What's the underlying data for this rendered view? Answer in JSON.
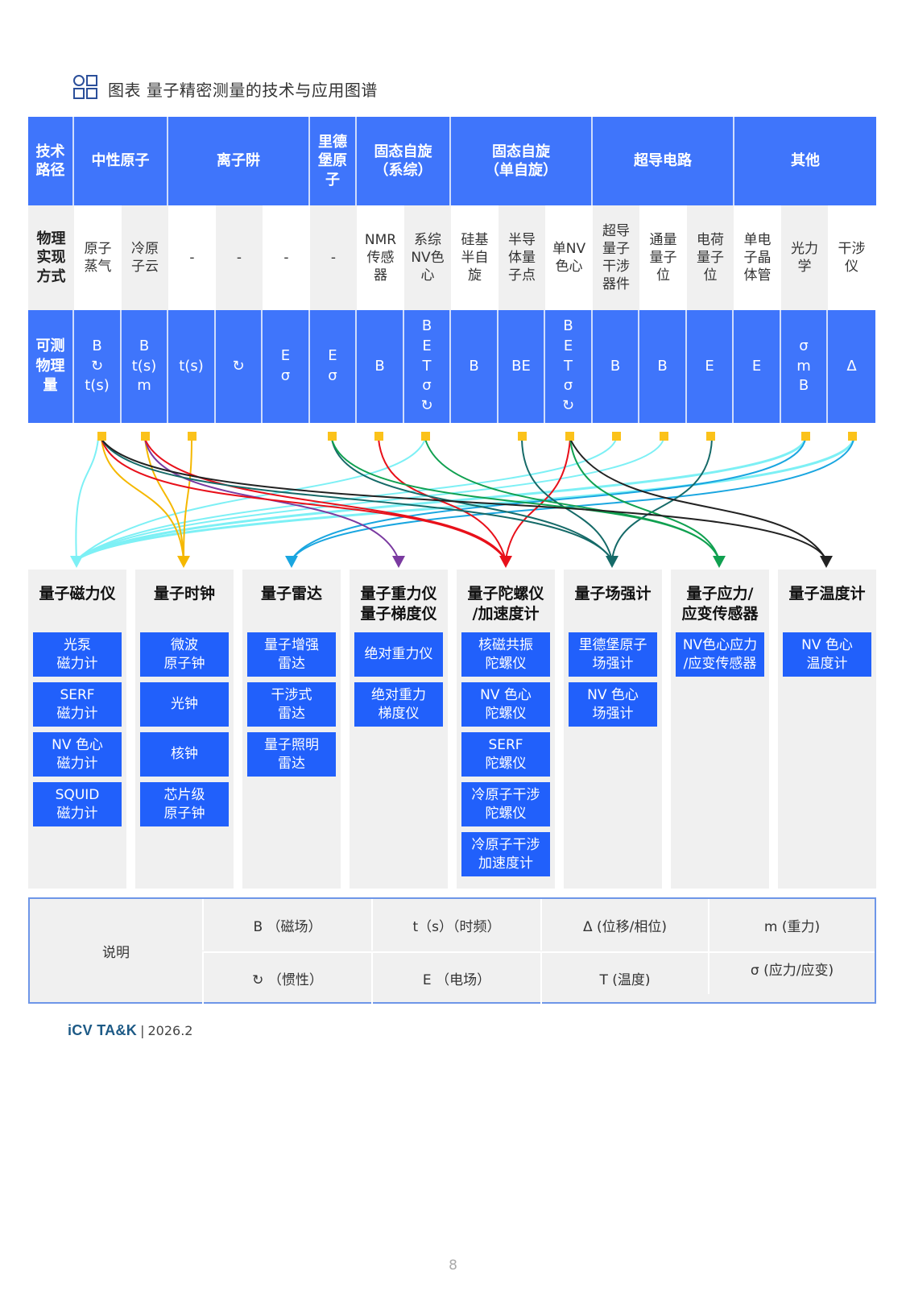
{
  "title": {
    "icon": "grid-icon",
    "text": "图表 量子精密测量的技术与应用图谱"
  },
  "table": {
    "row_labels": {
      "route": "技术\n路径",
      "physical": "物理\n实现\n方式",
      "measurable": "可测\n物理\n量"
    },
    "categories": [
      {
        "label": "中性原子",
        "span": 2
      },
      {
        "label": "离子阱",
        "span": 3
      },
      {
        "label": "里德\n堡原\n子",
        "span": 1
      },
      {
        "label": "固态自旋\n（系综）",
        "span": 2
      },
      {
        "label": "固态自旋\n（单自旋）",
        "span": 3
      },
      {
        "label": "超导电路",
        "span": 3
      },
      {
        "label": "其他",
        "span": 3
      }
    ],
    "physical": [
      "原子\n蒸气",
      "冷原\n子云",
      "-",
      "-",
      "-",
      "-",
      "NMR\n传感\n器",
      "系综\nNV色\n心",
      "硅基\n半自\n旋",
      "半导\n体量\n子点",
      "单NV\n色心",
      "超导\n量子\n干涉\n器件",
      "通量\n量子\n位",
      "电荷\n量子\n位",
      "单电\n子晶\n体管",
      "光力\n学",
      "干涉\n仪"
    ],
    "measurable": [
      "B\n↻\nt(s)",
      "B\nt(s)\nm",
      "t(s)",
      "↻",
      "E\nσ",
      "E\nσ",
      "B",
      "B\nE\nT\nσ\n↻",
      "B",
      "BE",
      "B\nE\nT\nσ\n↻",
      "B",
      "B",
      "E",
      "E",
      "σ\nm\nB",
      "Δ"
    ]
  },
  "links": {
    "connector_color": "#fbc21a",
    "dot_columns": [
      1,
      2,
      3,
      6,
      7,
      8,
      10,
      11,
      12,
      13,
      14,
      16,
      17
    ],
    "colors": {
      "magnetometer": "#7df0f5",
      "clock": "#f5b800",
      "radar": "#1aa6e0",
      "gravimeter": "#7a3aa0",
      "gyroscope": "#e8101a",
      "field_meter": "#156a68",
      "strain": "#10a050",
      "thermometer": "#222222"
    }
  },
  "applications": [
    {
      "title": "量子磁力仪",
      "items": [
        "光泵\n磁力计",
        "SERF\n磁力计",
        "NV 色心\n磁力计",
        "SQUID\n磁力计"
      ]
    },
    {
      "title": "量子时钟",
      "items": [
        "微波\n原子钟",
        "光钟",
        "核钟",
        "芯片级\n原子钟"
      ]
    },
    {
      "title": "量子雷达",
      "items": [
        "量子增强\n雷达",
        "干涉式\n雷达",
        "量子照明\n雷达"
      ]
    },
    {
      "title": "量子重力仪\n量子梯度仪",
      "items": [
        "绝对重力仪",
        "绝对重力\n梯度仪"
      ]
    },
    {
      "title": "量子陀螺仪\n/加速度计",
      "items": [
        "核磁共振\n陀螺仪",
        "NV 色心\n陀螺仪",
        "SERF\n陀螺仪",
        "冷原子干涉\n陀螺仪",
        "冷原子干涉\n加速度计"
      ]
    },
    {
      "title": "量子场强计",
      "items": [
        "里德堡原子\n场强计",
        "NV 色心\n场强计"
      ]
    },
    {
      "title": "量子应力/\n应变传感器",
      "items": [
        "NV色心应力\n/应变传感器"
      ]
    },
    {
      "title": "量子温度计",
      "items": [
        "NV 色心\n温度计"
      ]
    }
  ],
  "legend": {
    "label": "说明",
    "row1": [
      "B （磁场）",
      "t（s）（时频）",
      "Δ (位移/相位)",
      "m (重力)"
    ],
    "row2": [
      "↻ （惯性）",
      "E （电场）",
      "T (温度)",
      "σ (应力/应变)"
    ]
  },
  "footer": {
    "brand": "iCV TA&K",
    "separator": "|",
    "date": "2026.2"
  },
  "page_number": "8"
}
